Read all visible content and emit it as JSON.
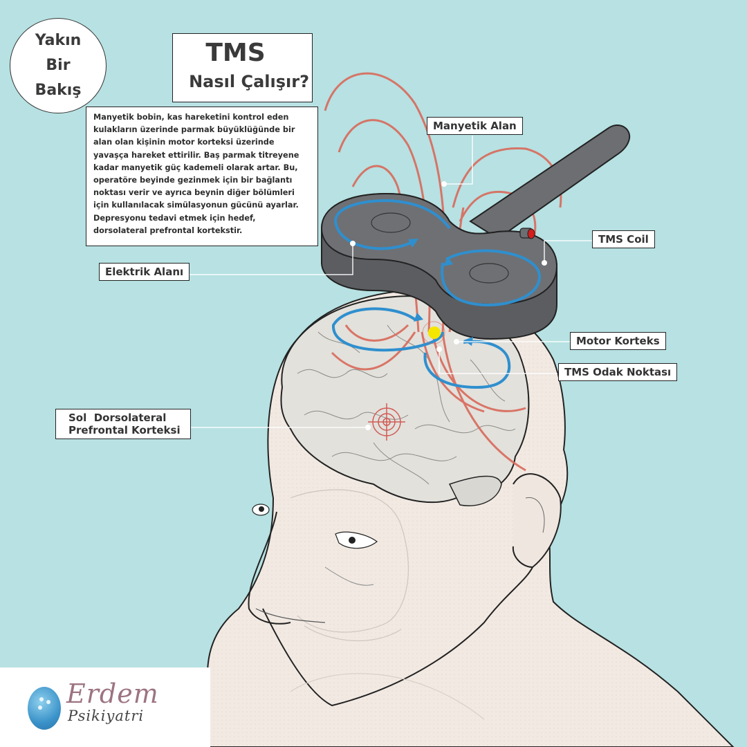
{
  "badge": {
    "lines": [
      "Yakın",
      "Bir",
      "Bakış"
    ]
  },
  "title": {
    "line1": "TMS",
    "line2": "Nasıl Çalışır?"
  },
  "description": "Manyetik bobin, kas hareketini kontrol eden kulakların üzerinde parmak büyüklüğünde bir alan olan kişinin motor korteksi üzerinde yavaşça hareket ettirilir. Baş parmak titreyene kadar manyetik güç kademeli olarak artar. Bu, operatöre beyinde gezinmek için bir bağlantı noktası verir ve ayrıca beynin diğer bölümleri için kullanılacak simülasyonun gücünü ayarlar. Depresyonu tedavi etmek için hedef, dorsolateral prefrontal kortekstir.",
  "labels": {
    "magnetic_field": "Manyetik Alan",
    "tms_coil": "TMS Coil",
    "electric_field": "Elektrik Alanı",
    "motor_cortex": "Motor Korteks",
    "focal_point": "TMS Odak Noktası",
    "dlpfc_line1": "Sol  Dorsolateral",
    "dlpfc_line2": "Prefrontal Korteksi"
  },
  "logo": {
    "name": "Erdem",
    "subtitle": "Psikiyatri",
    "icon": "head-flower-icon"
  },
  "colors": {
    "background": "#b7e1e2",
    "skin": "#f1e9e2",
    "brain": "#e2e1dc",
    "coil": "#6d6e72",
    "magnetic_lines": "#d9695a",
    "electric_arrows": "#2f8fce",
    "focal_spark": "#f5e600",
    "coil_led": "#d41d1d"
  }
}
